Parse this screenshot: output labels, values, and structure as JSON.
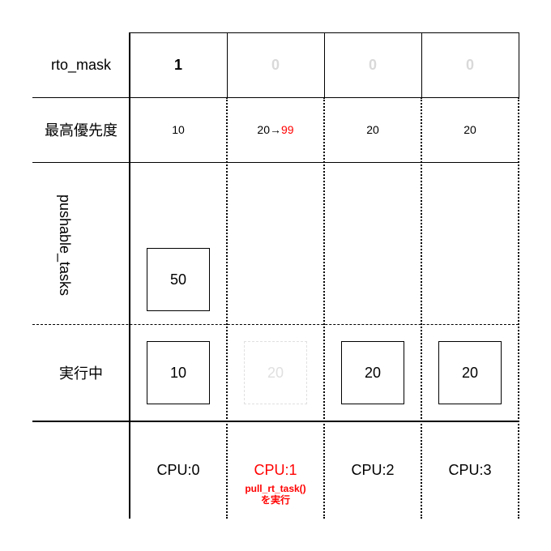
{
  "rows": {
    "rto_mask": "rto_mask",
    "priority": "最高優先度",
    "pushable": "pushable_tasks",
    "running": "実行中"
  },
  "rto_mask_values": [
    "1",
    "0",
    "0",
    "0"
  ],
  "priorities": {
    "cpu0": "10",
    "cpu1_from": "20",
    "cpu1_arrow": "→",
    "cpu1_to": "99",
    "cpu2": "20",
    "cpu3": "20"
  },
  "pushable_tasks": {
    "cpu0": "50"
  },
  "running_tasks": [
    "10",
    "20",
    "20",
    "20"
  ],
  "cpus": [
    "CPU:0",
    "CPU:1",
    "CPU:2",
    "CPU:3"
  ],
  "cpu1_note_line1": "pull_rt_task()",
  "cpu1_note_line2": "を実行",
  "colors": {
    "highlight": "#ff0000",
    "inactive": "#d9d9d9"
  }
}
